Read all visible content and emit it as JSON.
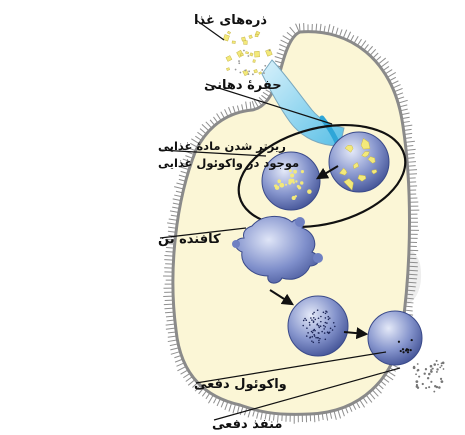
{
  "labels": {
    "food_particles": "ذره‌های غذا",
    "oral_groove": "حفرهٔ دهانی",
    "digestion_line1": "ریزتر شدن مادهٔ غذایی",
    "digestion_line2": "موجود در واکوئول غذایی",
    "lysosome": "کافنده تن",
    "contractile_vacuole": "واکوئول دفعی",
    "anal_pore": "منفذ دفعی"
  },
  "watermark": "ور",
  "colors": {
    "cytoplasm": "#fbf6d6",
    "membrane": "#8a8a8a",
    "cilia": "#8f8f8f",
    "vacuole": "#5b6fb0",
    "vacuole_light": "#b9c4e6",
    "food": "#f3e97a",
    "oral_highlight": "#62c6e8",
    "outline": "#111111"
  }
}
